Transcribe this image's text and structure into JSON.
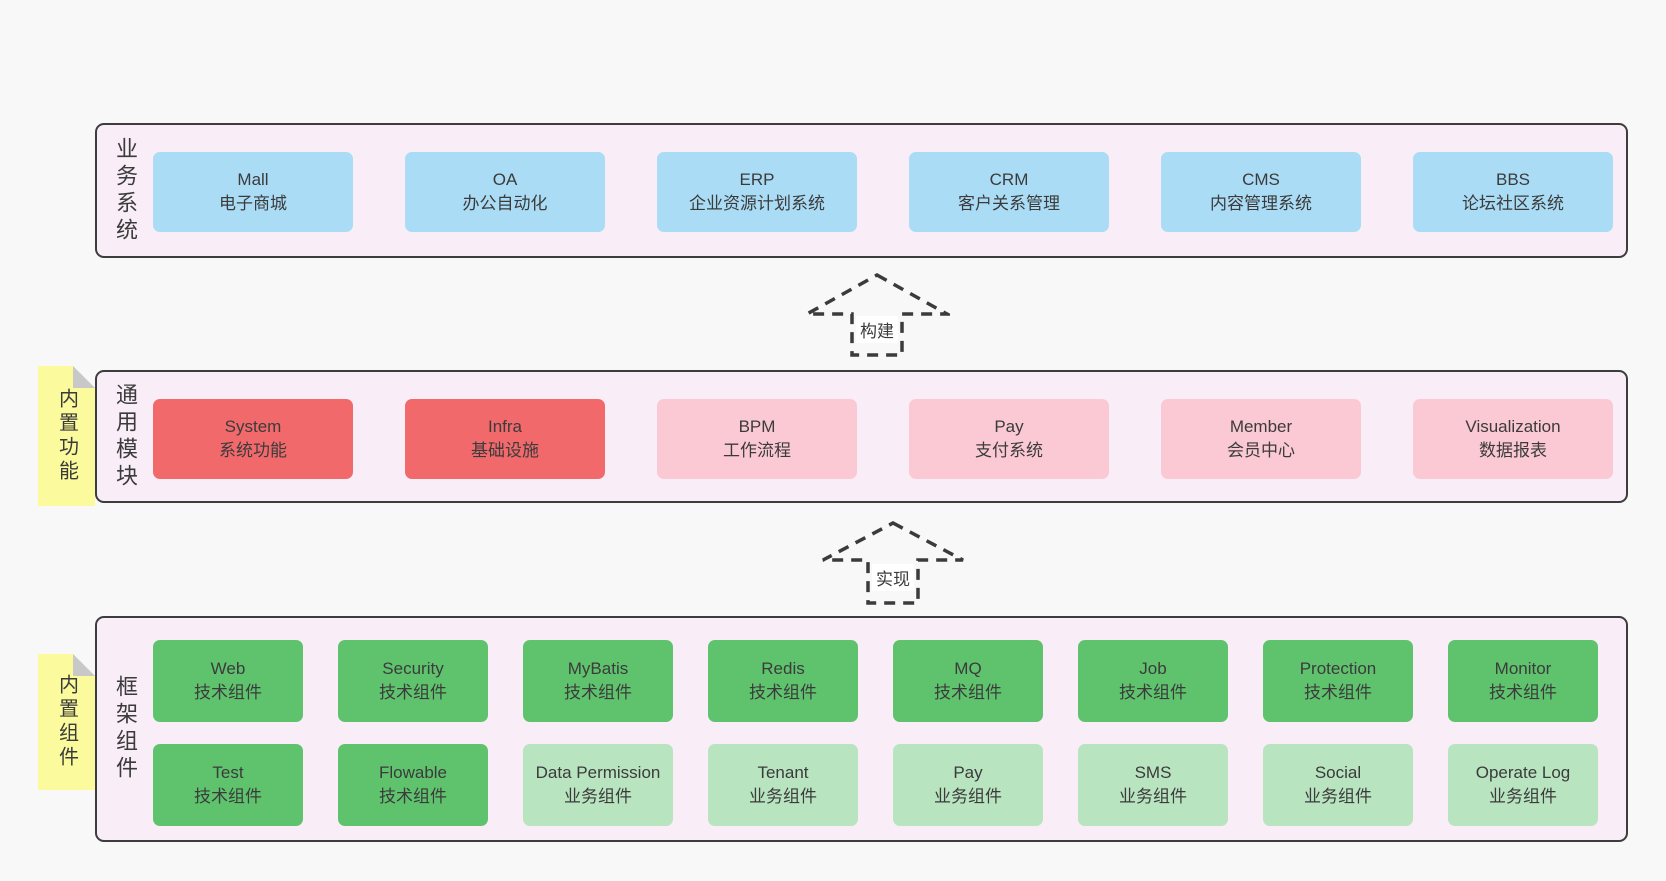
{
  "bands": [
    {
      "label": "业务系统",
      "boxes": [
        {
          "title": "Mall",
          "subtitle": "电子商城",
          "color": "blue"
        },
        {
          "title": "OA",
          "subtitle": "办公自动化",
          "color": "blue"
        },
        {
          "title": "ERP",
          "subtitle": "企业资源计划系统",
          "color": "blue"
        },
        {
          "title": "CRM",
          "subtitle": "客户关系管理",
          "color": "blue"
        },
        {
          "title": "CMS",
          "subtitle": "内容管理系统",
          "color": "blue"
        },
        {
          "title": "BBS",
          "subtitle": "论坛社区系统",
          "color": "blue"
        }
      ]
    },
    {
      "label": "通用模块",
      "sticky": "内置功能",
      "boxes": [
        {
          "title": "System",
          "subtitle": "系统功能",
          "color": "red"
        },
        {
          "title": "Infra",
          "subtitle": "基础设施",
          "color": "red"
        },
        {
          "title": "BPM",
          "subtitle": "工作流程",
          "color": "pink"
        },
        {
          "title": "Pay",
          "subtitle": "支付系统",
          "color": "pink"
        },
        {
          "title": "Member",
          "subtitle": "会员中心",
          "color": "pink"
        },
        {
          "title": "Visualization",
          "subtitle": "数据报表",
          "color": "pink"
        }
      ]
    },
    {
      "label": "框架组件",
      "sticky": "内置组件",
      "rows": [
        {
          "boxes": [
            {
              "title": "Web",
              "subtitle": "技术组件",
              "color": "green"
            },
            {
              "title": "Security",
              "subtitle": "技术组件",
              "color": "green"
            },
            {
              "title": "MyBatis",
              "subtitle": "技术组件",
              "color": "green"
            },
            {
              "title": "Redis",
              "subtitle": "技术组件",
              "color": "green"
            },
            {
              "title": "MQ",
              "subtitle": "技术组件",
              "color": "green"
            },
            {
              "title": "Job",
              "subtitle": "技术组件",
              "color": "green"
            },
            {
              "title": "Protection",
              "subtitle": "技术组件",
              "color": "green"
            },
            {
              "title": "Monitor",
              "subtitle": "技术组件",
              "color": "green"
            }
          ]
        },
        {
          "boxes": [
            {
              "title": "Test",
              "subtitle": "技术组件",
              "color": "green"
            },
            {
              "title": "Flowable",
              "subtitle": "技术组件",
              "color": "green"
            },
            {
              "title": "Data Permission",
              "subtitle": "业务组件",
              "color": "lightgreen"
            },
            {
              "title": "Tenant",
              "subtitle": "业务组件",
              "color": "lightgreen"
            },
            {
              "title": "Pay",
              "subtitle": "业务组件",
              "color": "lightgreen"
            },
            {
              "title": "SMS",
              "subtitle": "业务组件",
              "color": "lightgreen"
            },
            {
              "title": "Social",
              "subtitle": "业务组件",
              "color": "lightgreen"
            },
            {
              "title": "Operate Log",
              "subtitle": "业务组件",
              "color": "lightgreen"
            }
          ]
        }
      ]
    }
  ],
  "arrows": [
    {
      "label": "构建"
    },
    {
      "label": "实现"
    }
  ],
  "colors": {
    "page_bg": "#f8f8f8",
    "band_bg": "#f9edf7",
    "band_border": "#3d3d3d",
    "blue": "#aadcf5",
    "red": "#f2696c",
    "pink": "#fbc9d3",
    "green": "#5fc36e",
    "light_green": "#b9e4c0",
    "sticky_yellow": "#fbfb9e",
    "fold_gray": "#c8c8c8",
    "text": "#3b3b3b"
  }
}
